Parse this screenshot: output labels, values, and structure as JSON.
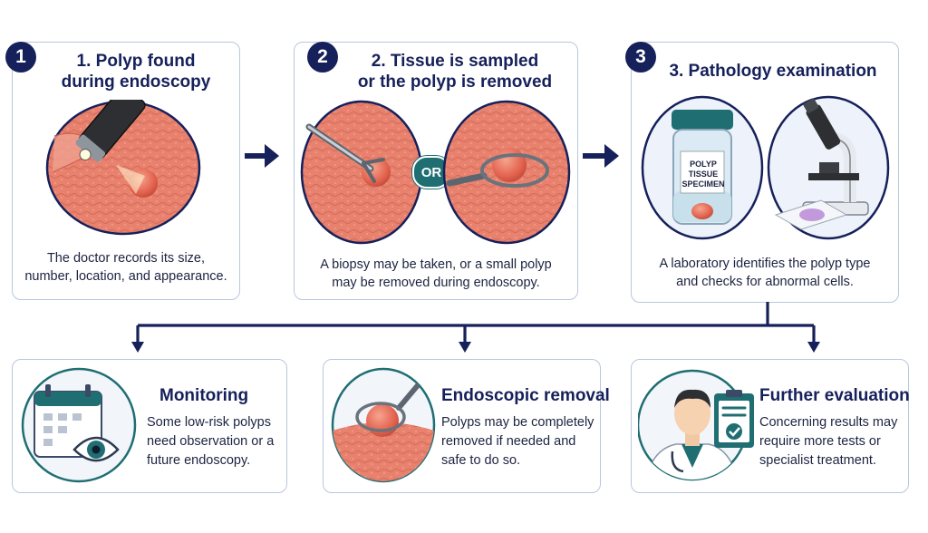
{
  "colors": {
    "navy": "#16205a",
    "tissue": "#e8826e",
    "teal": "#1f6e72",
    "border": "#b9c7dd"
  },
  "steps": [
    {
      "number": "1",
      "title_line1": "1. Polyp found",
      "title_line2": "during endoscopy",
      "desc_line1": "The doctor records its size,",
      "desc_line2": "number, location, and appearance."
    },
    {
      "number": "2",
      "title_line1": "2. Tissue is sampled",
      "title_line2": "or the polyp is removed",
      "desc_line1": "A biopsy may be taken, or a small polyp",
      "desc_line2": "may be removed during endoscopy.",
      "or_label": "OR"
    },
    {
      "number": "3",
      "title_line1": "3. Pathology examination",
      "desc_line1": "A laboratory identifies the polyp type",
      "desc_line2": "and checks for abnormal cells.",
      "jar_label_line1": "POLYP",
      "jar_label_line2": "TISSUE",
      "jar_label_line3": "SPECIMEN"
    }
  ],
  "outcomes": [
    {
      "title": "Monitoring",
      "line1": "Some low-risk polyps",
      "line2": "need observation or a",
      "line3": "future endoscopy.",
      "icon": "calendar-eye-icon"
    },
    {
      "title": "Endoscopic removal",
      "line1": "Polyps may be completely",
      "line2": "removed if needed and",
      "line3": "safe to do so.",
      "icon": "snare-polyp-icon"
    },
    {
      "title": "Further evaluation",
      "line1": "Concerning results may",
      "line2": "require more tests or",
      "line3": "specialist treatment.",
      "icon": "doctor-clipboard-icon"
    }
  ]
}
